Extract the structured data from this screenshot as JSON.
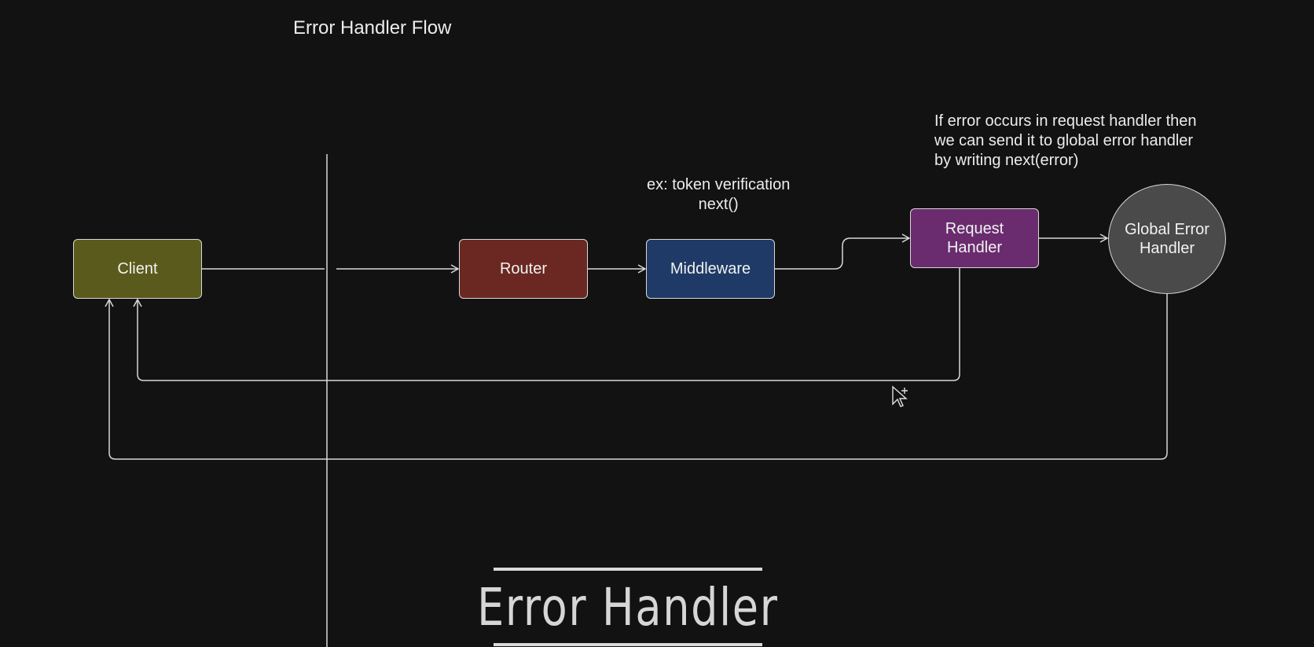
{
  "title": "Error Handler Flow",
  "notes": {
    "middleware_line1": "ex: token verification",
    "middleware_line2": "next()",
    "error_line1": "If error occurs in request handler then",
    "error_line2": "we can send it to global error handler",
    "error_line3": "by writing next(error)"
  },
  "nodes": {
    "client": "Client",
    "router": "Router",
    "middleware": "Middleware",
    "request_handler_line1": "Request",
    "request_handler_line2": "Handler",
    "global_handler_line1": "Global Error",
    "global_handler_line2": "Handler"
  },
  "footer": {
    "banner_text": "Error Handler"
  },
  "colors": {
    "background": "#121212",
    "client": "#5a5a1c",
    "router": "#6b2822",
    "middleware": "#1f3a66",
    "request_handler": "#6a2c6e",
    "global_handler": "#4a4a4a",
    "lines": "#d8d8d8"
  },
  "icons": {
    "cursor": "move-cursor-icon"
  }
}
